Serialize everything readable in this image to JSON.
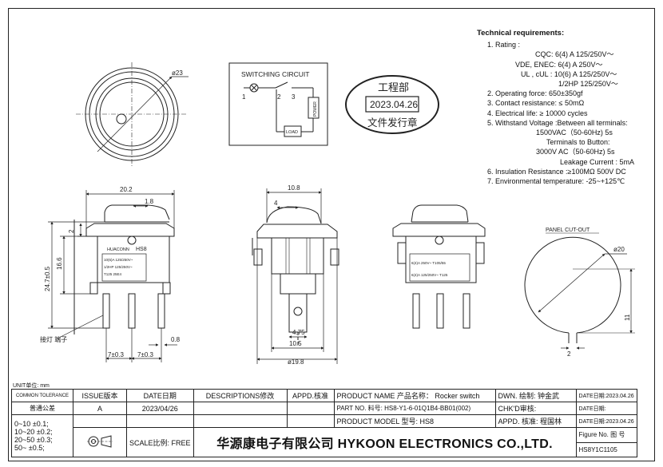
{
  "technical": {
    "title": "Technical requirements:",
    "rating_label": "1. Rating :",
    "cqc": "CQC:  6(4) A  125/250V〜",
    "vde": "VDE, ENEC:  6(4) A  250V〜",
    "ul1": "UL , cUL :  10(6) A  125/250V〜",
    "ul2": "1/2HP  125/250V〜",
    "item2": "2. Operating force: 650±350gf",
    "item3": "3. Contact resistance: ≤ 50mΩ",
    "item4": "4. Electrical life: ≥ 10000 cycles",
    "item5a": "5. Withstand Voltage :Between all terminals:",
    "item5b": "1500VAC（50-60Hz) 5s",
    "item5c": "Terminals to Button:",
    "item5d": "3000V AC（50-60Hz) 5s",
    "item5e": "Leakage Current :  5mA",
    "item6": "6. Insulation Resistance :≥100MΩ  500V DC",
    "item7": "7. Environmental temperature: -25~+125℃"
  },
  "switching": {
    "title": "SWITCHING CIRCUIT",
    "pin1": "1",
    "pin2": "2",
    "pin3": "3",
    "power": "POWER",
    "load": "LOAD"
  },
  "stamp": {
    "line1": "工程部",
    "line2": "2023.04.26",
    "line3": "文件发行章"
  },
  "dims": {
    "d23": "ø23",
    "w20_2": "20.2",
    "w1_8": "1.8",
    "h2": "2",
    "h16_6": "16.6",
    "h24_7": "24.7±0.5",
    "p7a": "7±0.3",
    "p7b": "7±0.3",
    "t0_8": "0.8",
    "w10_8": "10.8",
    "w4": "4",
    "w4_75": "4.75",
    "w10_5": "10.5",
    "d19_8": "ø19.8",
    "cut_title": "PANEL CUT-OUT",
    "d20": "ø20",
    "h11": "11",
    "w2": "2",
    "lamp": "接灯 端子"
  },
  "labels": {
    "huaconn": "HUACONN",
    "hs8": "HS8",
    "r1": "10(6)A  125/250V~",
    "r2": "1/2HP  125/250V~",
    "r3": "T125 25E4",
    "side1": "6(4)A 250V~  T105/55",
    "side2": "6(4)A 125/250V~  T125"
  },
  "titleblock": {
    "unit": "UNIT单位: mm",
    "common_tol": "COMMON TOLERANCE",
    "common_tol_cn": "普通公差",
    "tol1": "0~10   ±0.1;",
    "tol2": "10~20  ±0.2;",
    "tol3": "20~50  ±0.3;",
    "tol4": "50~     ±0.5;",
    "issue_hdr": "ISSUE版本",
    "date_hdr": "DATE日期",
    "desc_hdr": "DESCRIPTIONS修改",
    "appd_hdr": "APPD.核准",
    "issue": "A",
    "date": "2023/04/26",
    "scale": "SCALE比例: FREE",
    "company": "华源康电子有限公司  HYKOON ELECTRONICS CO.,LTD.",
    "product_name": "PRODUCT NAME  产品名称：  Rocker switch",
    "part_no": "PART NO.  料号: HS8-Y1-6-01Q1B4-BB01(002)",
    "product_model": "PRODUCT MODEL 型号:  HS8",
    "dwn": "DWN. 绘制:  钟金武",
    "chkd": "CHK'D审核:",
    "appd": "APPD. 核准:  程国林",
    "date1": "DATE日期:2023.04.26",
    "date2": "DATE日期:",
    "date3": "DATE日期:2023.04.26",
    "figure": "Figure No.  图 号",
    "figure_no": "HS8Y1C1105"
  }
}
